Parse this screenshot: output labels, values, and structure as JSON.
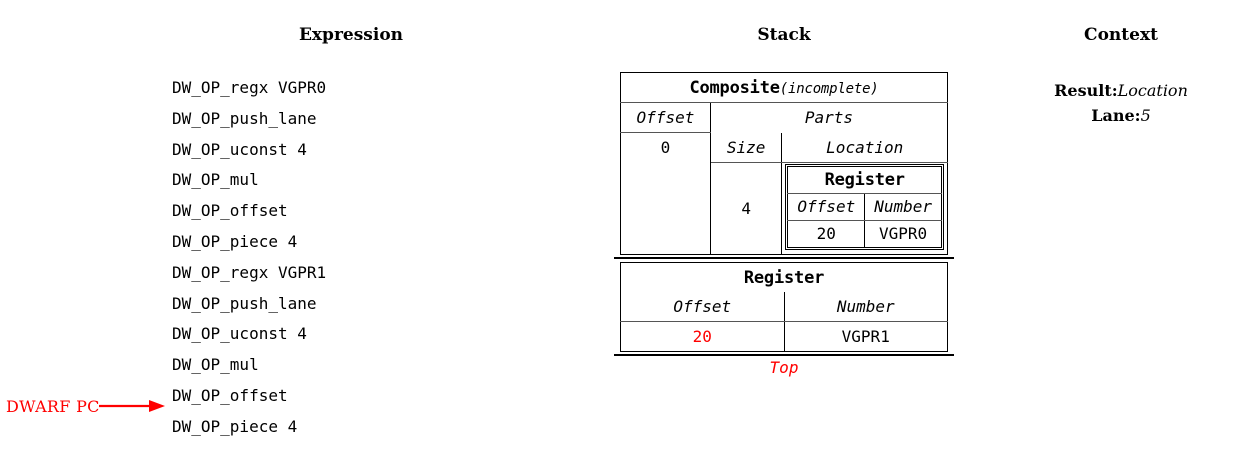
{
  "headings": {
    "expression": "Expression",
    "stack": "Stack",
    "context": "Context"
  },
  "expression": {
    "lines": [
      "DW_OP_regx VGPR0",
      "DW_OP_push_lane",
      "DW_OP_uconst 4",
      "DW_OP_mul",
      "DW_OP_offset",
      "DW_OP_piece 4",
      "DW_OP_regx VGPR1",
      "DW_OP_push_lane",
      "DW_OP_uconst 4",
      "DW_OP_mul",
      "DW_OP_offset",
      "DW_OP_piece 4"
    ],
    "pc_marker": {
      "label": "DWARF PC",
      "points_to_line_index": 11,
      "color": "#ff0000"
    }
  },
  "stack": {
    "top_label": "Top",
    "top_label_color": "#ff0000",
    "entries": [
      {
        "kind": "composite",
        "title": "Composite",
        "title_suffix": "(incomplete)",
        "offset_header": "Offset",
        "offset_value": "0",
        "parts_header": "Parts",
        "size_header": "Size",
        "location_header": "Location",
        "part": {
          "size": "4",
          "location": {
            "title": "Register",
            "offset_header": "Offset",
            "number_header": "Number",
            "offset_value": "20",
            "number_value": "VGPR0"
          }
        }
      },
      {
        "kind": "register",
        "title": "Register",
        "offset_header": "Offset",
        "number_header": "Number",
        "offset_value": "20",
        "offset_value_color": "#ff0000",
        "number_value": "VGPR1"
      }
    ]
  },
  "context": {
    "result_key": "Result:",
    "result_value": "Location",
    "lane_key": "Lane:",
    "lane_value": "5"
  }
}
